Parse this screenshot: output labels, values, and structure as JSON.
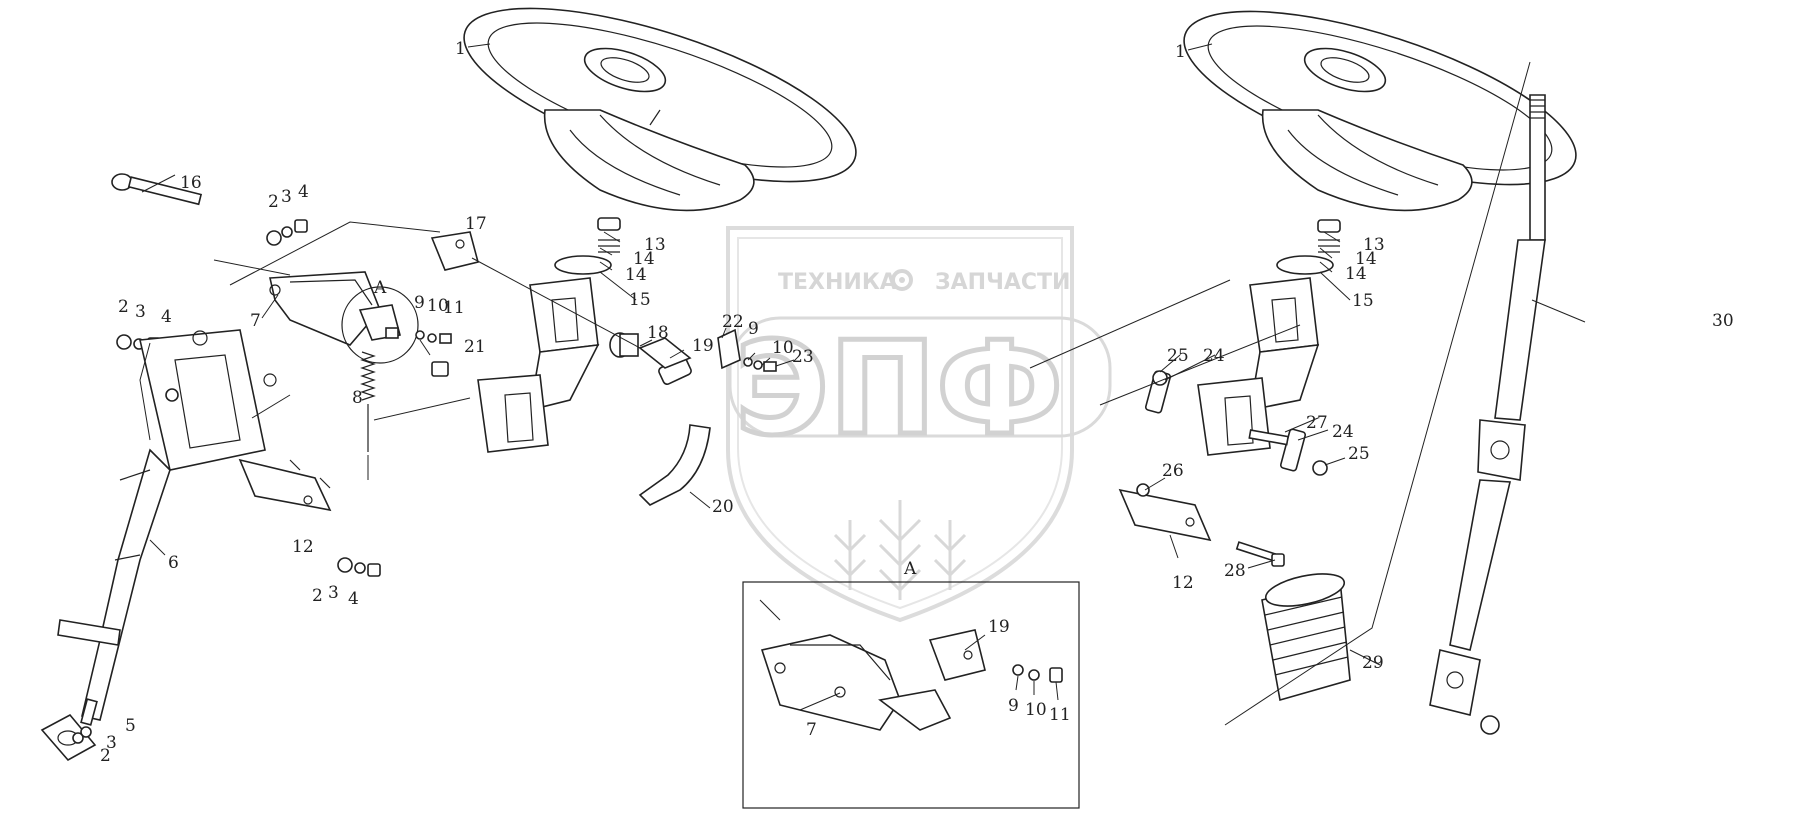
{
  "watermark": {
    "top_left": "ТЕХНИКА",
    "top_right": "ЗАПЧАСТИ",
    "logo_letters": "ЭПФ",
    "gear_icon": "gear-icon"
  },
  "detail_view_label": "A",
  "callouts": {
    "c1a": "1",
    "c1b": "1",
    "c16": "16",
    "c2a": "2",
    "c3a": "3",
    "c4a": "4",
    "c2b": "2",
    "c3b": "3",
    "c4b": "4",
    "c2c": "2",
    "c3c": "3",
    "c4c": "4",
    "c2d": "2",
    "c3d": "3",
    "c5": "5",
    "c6": "6",
    "c7a": "7",
    "c8": "8",
    "c9a": "9",
    "c10a": "10",
    "c11a": "11",
    "c12a": "12",
    "c13a": "13",
    "c14a": "14",
    "c14b": "14",
    "c15a": "15",
    "c17": "17",
    "c18": "18",
    "c19a": "19",
    "c20": "20",
    "c21": "21",
    "c22": "22",
    "c9b": "9",
    "c10b": "10",
    "c23": "23",
    "cA": "A",
    "c19b": "19",
    "c7b": "7",
    "c9c": "9",
    "c10c": "10",
    "c11c": "11",
    "c13b": "13",
    "c14c": "14",
    "c14d": "14",
    "c15b": "15",
    "c25a": "25",
    "c24a": "24",
    "c27": "27",
    "c24b": "24",
    "c25b": "25",
    "c26": "26",
    "c12b": "12",
    "c28": "28",
    "c29": "29",
    "c30": "30"
  }
}
